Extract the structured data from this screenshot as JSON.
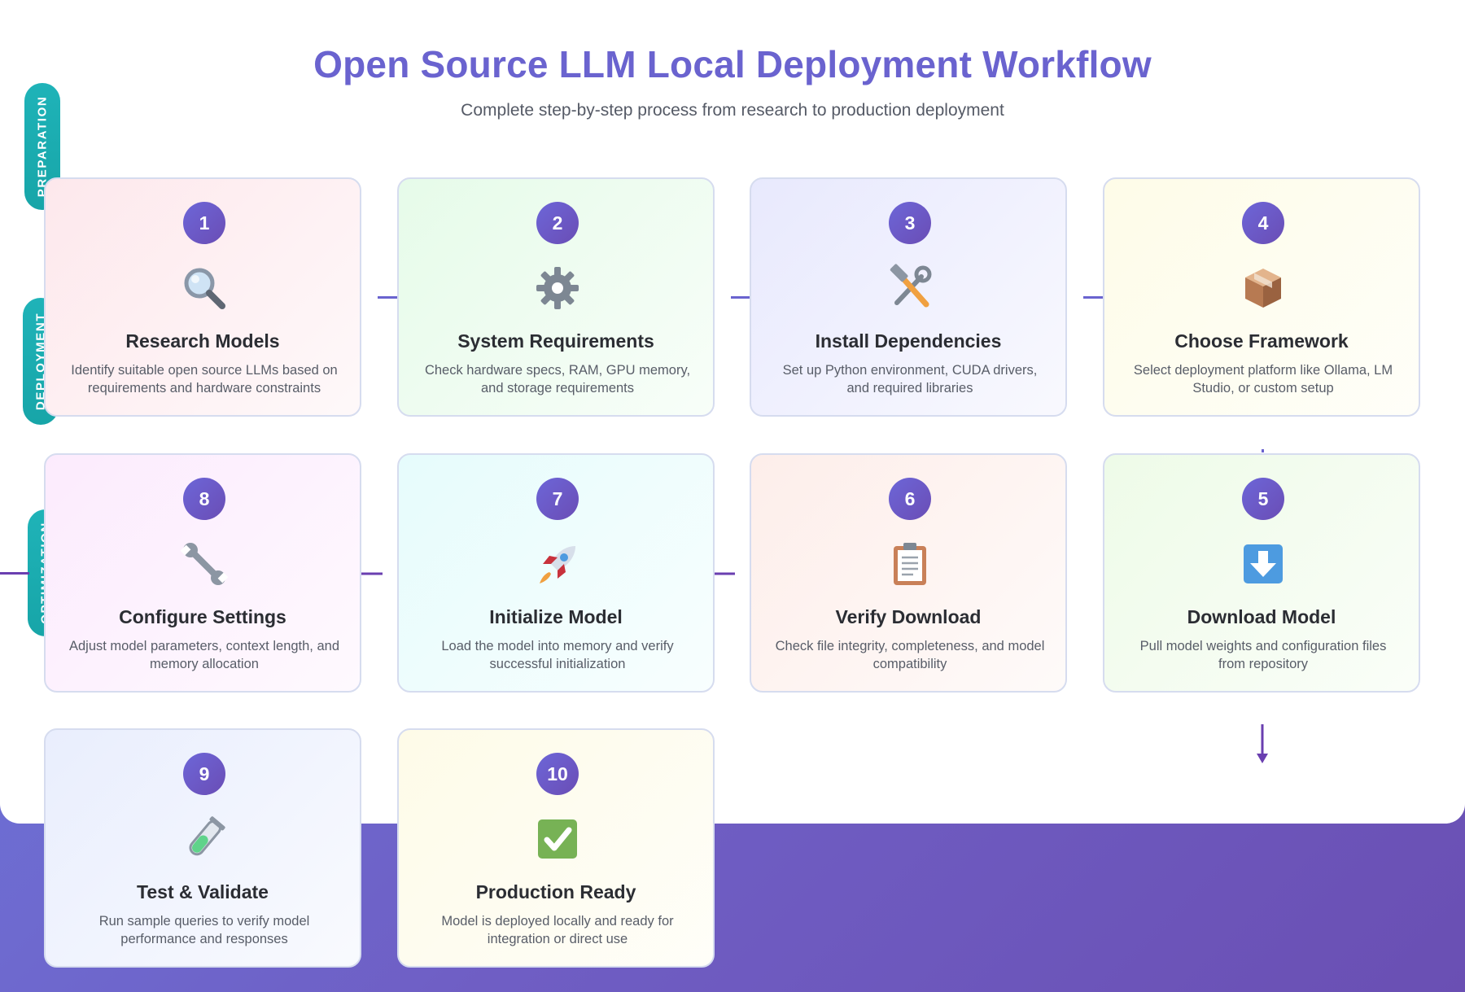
{
  "header": {
    "title": "Open Source LLM Local Deployment Workflow",
    "subtitle": "Complete step-by-step process from research to production deployment"
  },
  "phases": [
    {
      "label": "PREPARATION"
    },
    {
      "label": "DEPLOYMENT"
    },
    {
      "label": "OPTIMIZATION"
    }
  ],
  "steps": [
    {
      "number": "1",
      "title": "Research Models",
      "description": "Identify suitable open source LLMs based on requirements and hardware constraints",
      "icon": "magnifying-glass-icon",
      "bg": "#fde8ec"
    },
    {
      "number": "2",
      "title": "System Requirements",
      "description": "Check hardware specs, RAM, GPU memory, and storage requirements",
      "icon": "gear-icon",
      "bg": "#e6fbe9"
    },
    {
      "number": "3",
      "title": "Install Dependencies",
      "description": "Set up Python environment, CUDA drivers, and required libraries",
      "icon": "hammer-wrench-icon",
      "bg": "#e8e9fd"
    },
    {
      "number": "4",
      "title": "Choose Framework",
      "description": "Select deployment platform like Ollama, LM Studio, or custom setup",
      "icon": "package-icon",
      "bg": "#fefce8"
    },
    {
      "number": "5",
      "title": "Download Model",
      "description": "Pull model weights and configuration files from repository",
      "icon": "down-arrow-icon",
      "bg": "#eefbe8"
    },
    {
      "number": "6",
      "title": "Verify Download",
      "description": "Check file integrity, completeness, and model compatibility",
      "icon": "clipboard-icon",
      "bg": "#fdeeea"
    },
    {
      "number": "7",
      "title": "Initialize Model",
      "description": "Load the model into memory and verify successful initialization",
      "icon": "rocket-icon",
      "bg": "#e6fcfc"
    },
    {
      "number": "8",
      "title": "Configure Settings",
      "description": "Adjust model parameters, context length, and memory allocation",
      "icon": "wrench-icon",
      "bg": "#fcebfd"
    },
    {
      "number": "9",
      "title": "Test & Validate",
      "description": "Run sample queries to verify model performance and responses",
      "icon": "test-tube-icon",
      "bg": "#e9eefd"
    },
    {
      "number": "10",
      "title": "Production Ready",
      "description": "Model is deployed locally and ready for integration or direct use",
      "icon": "check-mark-icon",
      "bg": "#fefbe8"
    }
  ],
  "colors": {
    "accent": "#6a63cf",
    "phase": "#1fb3b8",
    "arrow": "#6a3fb0"
  }
}
